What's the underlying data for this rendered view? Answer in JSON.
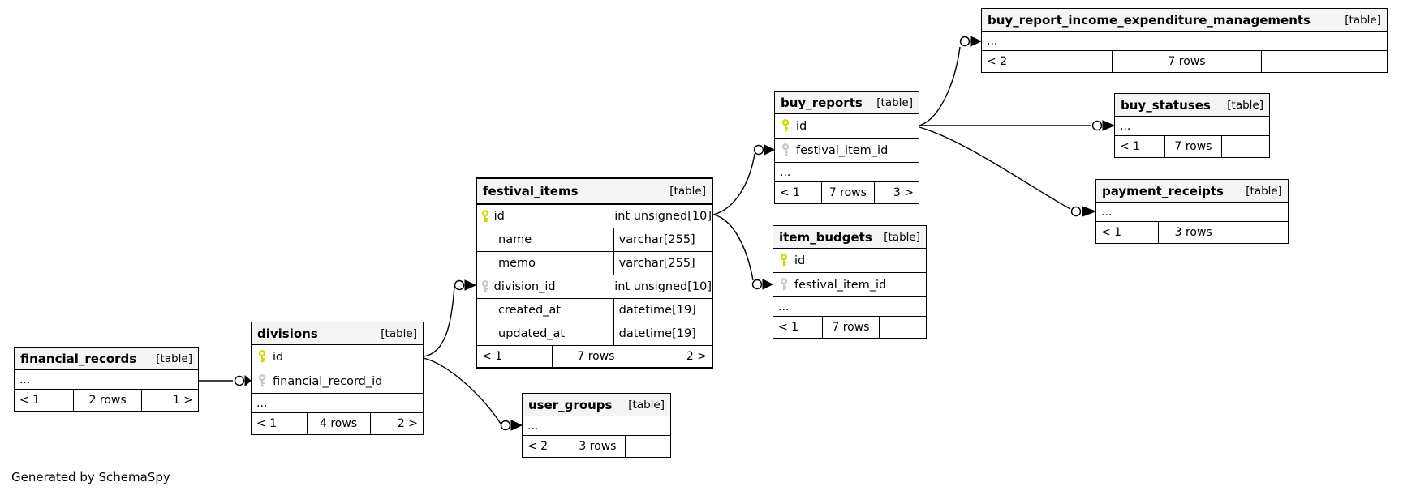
{
  "diagram": {
    "credit": "Generated by SchemaSpy"
  },
  "colors": {
    "pk_key": "#d4d400",
    "fk_key": "#c8c8c8",
    "header_bg": "#f4f4f4",
    "border": "#000000",
    "table_bg": "#ffffff"
  },
  "tables": {
    "financial_records": {
      "name": "financial_records",
      "tag": "[table]",
      "elided": "...",
      "footer": {
        "prev": "< 1",
        "rows": "2 rows",
        "next": "1 >"
      }
    },
    "divisions": {
      "name": "divisions",
      "tag": "[table]",
      "elided": "...",
      "columns": [
        {
          "name": "id",
          "key": "primary"
        },
        {
          "name": "financial_record_id",
          "key": "foreign"
        }
      ],
      "footer": {
        "prev": "< 1",
        "rows": "4 rows",
        "next": "2 >"
      }
    },
    "festival_items": {
      "name": "festival_items",
      "tag": "[table]",
      "highlighted": true,
      "columns": [
        {
          "name": "id",
          "type": "int unsigned[10]",
          "key": "primary"
        },
        {
          "name": "name",
          "type": "varchar[255]"
        },
        {
          "name": "memo",
          "type": "varchar[255]"
        },
        {
          "name": "division_id",
          "type": "int unsigned[10]",
          "key": "foreign"
        },
        {
          "name": "created_at",
          "type": "datetime[19]"
        },
        {
          "name": "updated_at",
          "type": "datetime[19]"
        }
      ],
      "footer": {
        "prev": "< 1",
        "rows": "7 rows",
        "next": "2 >"
      }
    },
    "user_groups": {
      "name": "user_groups",
      "tag": "[table]",
      "elided": "...",
      "footer": {
        "prev": "< 2",
        "rows": "3 rows",
        "next": ""
      }
    },
    "buy_reports": {
      "name": "buy_reports",
      "tag": "[table]",
      "elided": "...",
      "columns": [
        {
          "name": "id",
          "key": "primary"
        },
        {
          "name": "festival_item_id",
          "key": "foreign"
        }
      ],
      "footer": {
        "prev": "< 1",
        "rows": "7 rows",
        "next": "3 >"
      }
    },
    "item_budgets": {
      "name": "item_budgets",
      "tag": "[table]",
      "elided": "...",
      "columns": [
        {
          "name": "id",
          "key": "primary"
        },
        {
          "name": "festival_item_id",
          "key": "foreign"
        }
      ],
      "footer": {
        "prev": "< 1",
        "rows": "7 rows",
        "next": ""
      }
    },
    "buy_report_income_expenditure_managements": {
      "name": "buy_report_income_expenditure_managements",
      "tag": "[table]",
      "elided": "...",
      "footer": {
        "prev": "< 2",
        "rows": "7 rows",
        "next": ""
      }
    },
    "buy_statuses": {
      "name": "buy_statuses",
      "tag": "[table]",
      "elided": "...",
      "footer": {
        "prev": "< 1",
        "rows": "7 rows",
        "next": ""
      }
    },
    "payment_receipts": {
      "name": "payment_receipts",
      "tag": "[table]",
      "elided": "...",
      "footer": {
        "prev": "< 1",
        "rows": "3 rows",
        "next": ""
      }
    }
  },
  "relationships": [
    {
      "child": "divisions.financial_record_id",
      "parent": "financial_records"
    },
    {
      "child": "festival_items.division_id",
      "parent": "divisions.id"
    },
    {
      "child": "user_groups",
      "parent": "divisions.id"
    },
    {
      "child": "buy_reports.festival_item_id",
      "parent": "festival_items.id"
    },
    {
      "child": "item_budgets.festival_item_id",
      "parent": "festival_items.id"
    },
    {
      "child": "buy_report_income_expenditure_managements",
      "parent": "buy_reports.id"
    },
    {
      "child": "buy_statuses",
      "parent": "buy_reports.id"
    },
    {
      "child": "payment_receipts",
      "parent": "buy_reports.id"
    }
  ]
}
